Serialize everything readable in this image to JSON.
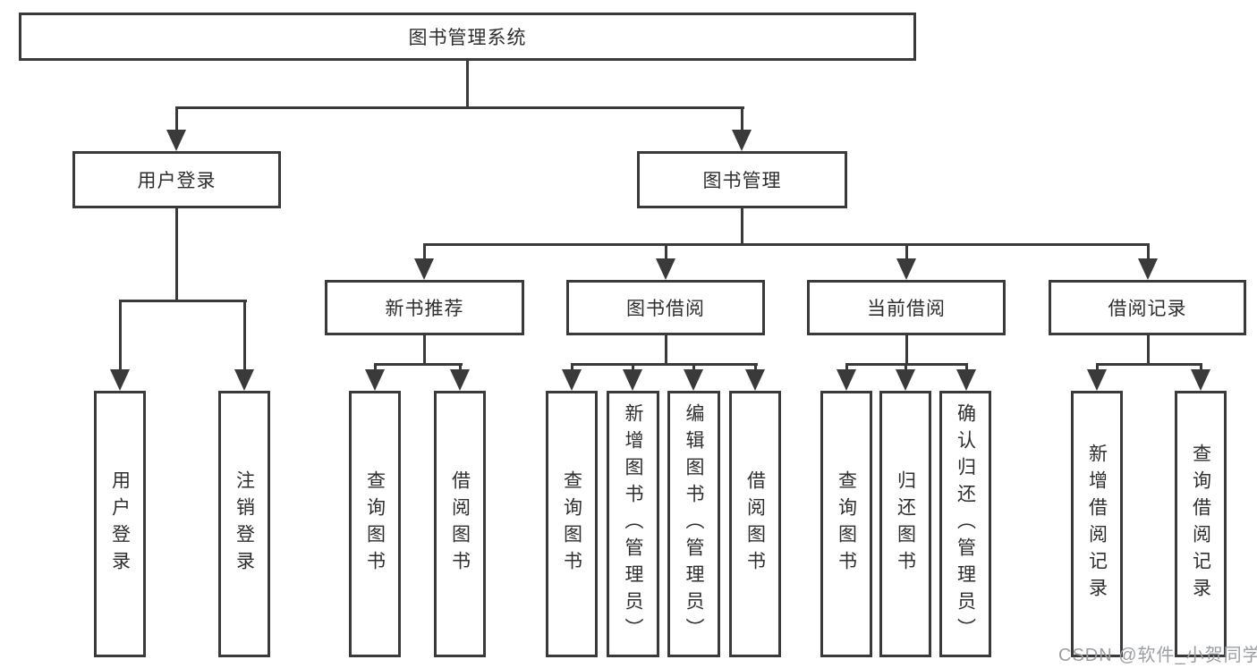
{
  "diagram": {
    "root": "图书管理系统",
    "level2": {
      "user_login": "用户登录",
      "book_mgmt": "图书管理"
    },
    "level3": {
      "new_books": "新书推荐",
      "borrowing": "图书借阅",
      "current": "当前借阅",
      "records": "借阅记录"
    },
    "leaves": {
      "login": "用户登录",
      "logout": "注销登录",
      "nb_query": "查询图书",
      "nb_borrow": "借阅图书",
      "bw_query": "查询图书",
      "bw_add": "新增图书（管理员）",
      "bw_edit": "编辑图书（管理员）",
      "bw_borrow": "借阅图书",
      "cur_query": "查询图书",
      "cur_return": "归还图书",
      "cur_confirm": "确认归还（管理员）",
      "rec_add": "新增借阅记录",
      "rec_query": "查询借阅记录"
    }
  },
  "watermark": {
    "text": "CSDN @软件_小贺同学",
    "color": "#9b9fa3"
  },
  "colors": {
    "line": "#3a3a3a",
    "node_border": "#3a3a3a",
    "background": "#ffffff",
    "text": "#2e2e2e"
  }
}
